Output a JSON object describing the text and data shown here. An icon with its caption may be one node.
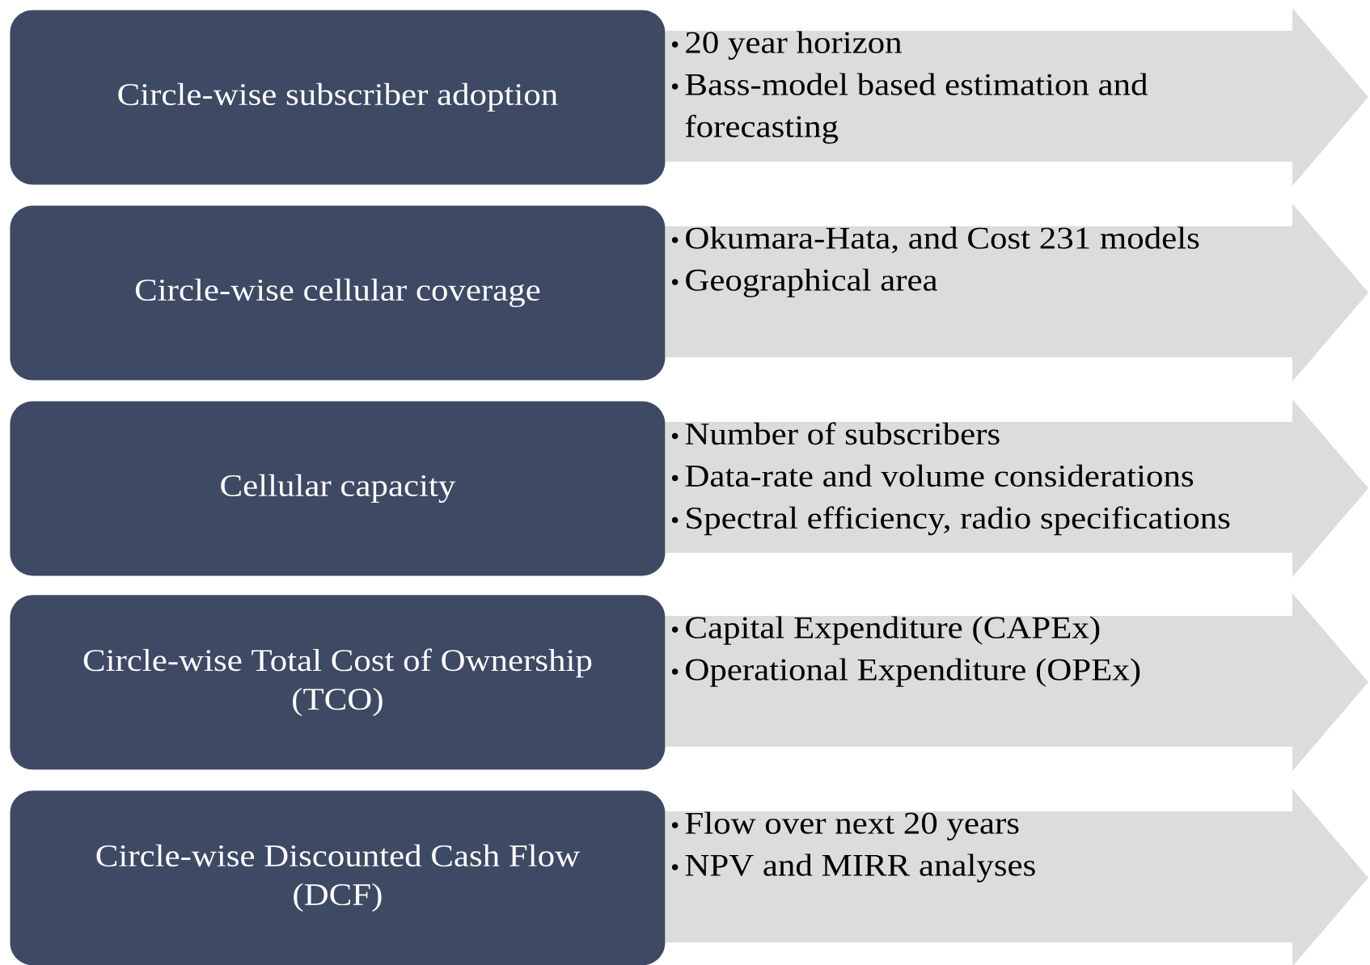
{
  "diagram": {
    "nodes": [
      {
        "text": [
          "Circle-wise subscriber adoption"
        ]
      },
      {
        "text": [
          "20 year horizon",
          "Bass-model based estimation and forecasting"
        ]
      },
      {
        "text": [
          "Circle-wise cellular coverage"
        ]
      },
      {
        "text": [
          "Okumara-Hata, and Cost 231 models",
          "Geographical area"
        ]
      },
      {
        "text": [
          "Cellular capacity"
        ]
      },
      {
        "text": [
          "Number of subscribers",
          "Data-rate and volume considerations",
          "Spectral efficiency, radio specifications"
        ]
      },
      {
        "text": [
          "Circle-wise Total Cost of Ownership (TCO)"
        ]
      },
      {
        "text": [
          "Capital Expenditure (CAPEx)",
          "Operational Expenditure (OPEx)"
        ]
      },
      {
        "text": [
          "Circle-wise Discounted Cash Flow (DCF)"
        ]
      },
      {
        "text": [
          "Flow over next 20 years",
          "NPV and MIRR analyses"
        ]
      }
    ]
  }
}
